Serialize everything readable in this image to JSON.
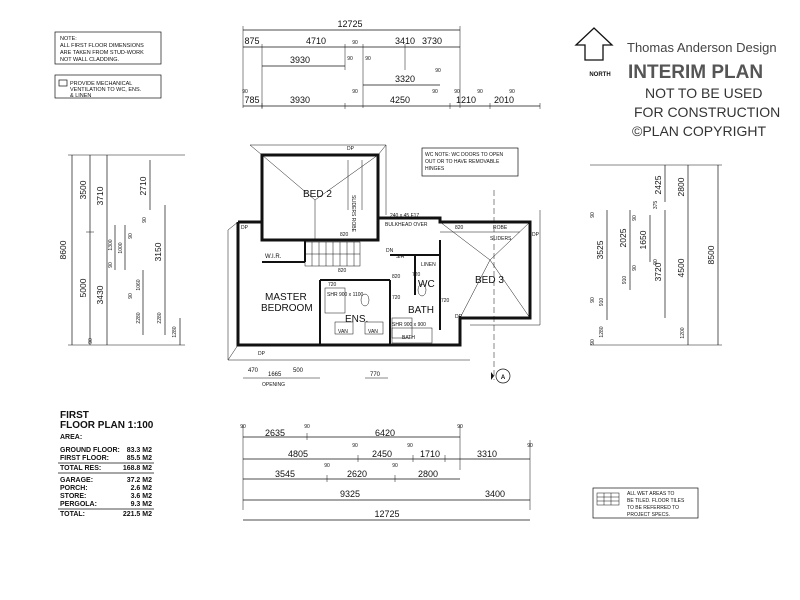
{
  "notes": {
    "note1": [
      "NOTE:",
      "ALL FIRST FLOOR DIMENSIONS",
      "ARE TAKEN FROM STUD-WORK",
      "NOT WALL CLADDING."
    ],
    "note2": [
      "PROVIDE MECHANICAL",
      "VENTILATION TO WC, ENS.",
      "& LINEN"
    ],
    "wc_note": [
      "WC NOTE: WC DOORS TO OPEN",
      "OUT OR TO HAVE REMOVABLE",
      "HINGES"
    ],
    "wet_note": [
      "ALL WET AREAS TO",
      "BE TILED. FLOOR TILES",
      "TO BE REFERRED TO",
      "PROJECT SPECS."
    ]
  },
  "stamp": {
    "company": "Thomas Anderson Design",
    "interim": "INTERIM PLAN",
    "line1": "NOT TO BE USED",
    "line2": "FOR CONSTRUCTION",
    "line3": "©PLAN COPYRIGHT"
  },
  "north": "NORTH",
  "top_dims": {
    "overall": "12725",
    "r1": [
      "875",
      "4710",
      "90",
      "3410",
      "3730"
    ],
    "r2": [
      "3930",
      "90",
      "90",
      "90"
    ],
    "r3": [
      "3320",
      "90"
    ],
    "r4": [
      "785",
      "3930",
      "4250",
      "1210",
      "2010",
      "90",
      "90",
      "90",
      "90",
      "90"
    ]
  },
  "bottom_dims": {
    "r1": [
      "90",
      "2635",
      "90",
      "6420",
      "90"
    ],
    "r2": [
      "4805",
      "90",
      "2450",
      "90",
      "1710",
      "3310",
      "90"
    ],
    "r3": [
      "3545",
      "90",
      "2620",
      "90",
      "2800"
    ],
    "r4": [
      "9325",
      "3400"
    ],
    "overall": "12725"
  },
  "left_dims": [
    "8600",
    "3500",
    "3710",
    "2710",
    "90",
    "5000",
    "3430",
    "1300",
    "90",
    "1000",
    "90",
    "3150",
    "1060",
    "90",
    "2280",
    "90",
    "2280",
    "1280"
  ],
  "right_dims": [
    "2425",
    "2800",
    "8500",
    "375",
    "90",
    "90",
    "3525",
    "2025",
    "1650",
    "90",
    "90",
    "3720",
    "4500",
    "910",
    "910",
    "90",
    "90",
    "1280",
    "1200"
  ],
  "rooms": {
    "bed2": "BED 2",
    "bed3": "BED 3",
    "master1": "MASTER",
    "master2": "BEDROOM",
    "wir": "W.I.R.",
    "ens": "ENS.",
    "bath": "BATH",
    "wc": "WC",
    "linen": "LINEN",
    "robe": "ROBE",
    "sliders": "SLIDERS",
    "sliders_robe": "SLIDERS ROBE",
    "bulkhead1": "240 x 45 F17",
    "bulkhead2": "BULKHEAD OVER",
    "dn": "DN",
    "sa": "S/A",
    "van1": "VAN",
    "van2": "VAN",
    "shr1": "SHR 900 x 1100",
    "shr2": "SHR 900 x 900",
    "bath_tub": "BATH",
    "dp": "DP",
    "opening": "OPENING",
    "marker": "A",
    "doors": [
      "820",
      "820",
      "820",
      "820",
      "720",
      "720",
      "720",
      "720"
    ],
    "dims_below": [
      "470",
      "1665",
      "500",
      "770"
    ]
  },
  "area": {
    "title1": "FIRST",
    "title2": "FLOOR PLAN 1:100",
    "area_label": "AREA:",
    "rows": [
      {
        "label": "GROUND FLOOR:",
        "value": "83.3 M2"
      },
      {
        "label": "FIRST FLOOR:",
        "value": "85.5 M2"
      }
    ],
    "total_res_label": "TOTAL RES:",
    "total_res_value": "168.8 M2",
    "rows2": [
      {
        "label": "GARAGE:",
        "value": "37.2 M2"
      },
      {
        "label": "PORCH:",
        "value": "2.6 M2"
      },
      {
        "label": "STORE:",
        "value": "3.6 M2"
      },
      {
        "label": "PERGOLA:",
        "value": "9.3 M2"
      }
    ],
    "total_label": "TOTAL:",
    "total_value": "221.5 M2"
  }
}
